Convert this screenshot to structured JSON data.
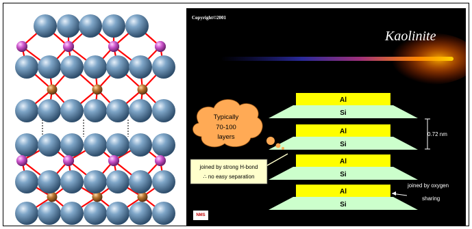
{
  "figure": {
    "copyright": "Copyright©2001",
    "title": "Kaolinite",
    "layers": [
      {
        "top": "Al",
        "bottom": "Si"
      },
      {
        "top": "Al",
        "bottom": "Si"
      },
      {
        "top": "Al",
        "bottom": "Si"
      },
      {
        "top": "Al",
        "bottom": "Si"
      }
    ],
    "spacing_label": "0.72 nm",
    "cloud_text": [
      "Typically",
      "70-100",
      "layers"
    ],
    "hbond_text": [
      "joined by strong H-bond",
      "∴ no easy separation"
    ],
    "oxygen_text": [
      "joined by oxygen",
      "sharing"
    ],
    "logo_text": "NMS"
  },
  "colors": {
    "al_fill": "#ffff00",
    "si_fill": "#ccffcc",
    "cloud_fill": "#ffaa55",
    "oxygen_ball": "#6e95b8",
    "silicon_ball": "#cc55cc",
    "aluminum_ball": "#b8732d",
    "bond": "#ff0000"
  }
}
